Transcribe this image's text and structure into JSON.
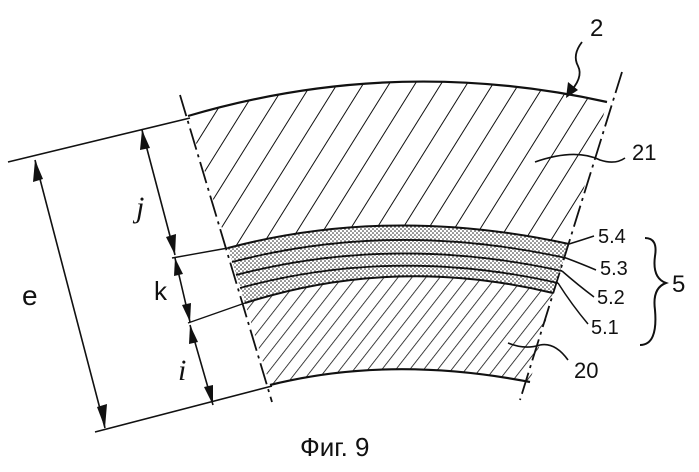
{
  "figure": {
    "caption": "Фиг. 9",
    "labels": {
      "ref_2": "2",
      "ref_21": "21",
      "ref_20": "20",
      "ref_5": "5",
      "ref_5_4": "5.4",
      "ref_5_3": "5.3",
      "ref_5_2": "5.2",
      "ref_5_1": "5.1",
      "dim_e": "e",
      "dim_j": "j",
      "dim_k": "k",
      "dim_i": "i"
    }
  }
}
